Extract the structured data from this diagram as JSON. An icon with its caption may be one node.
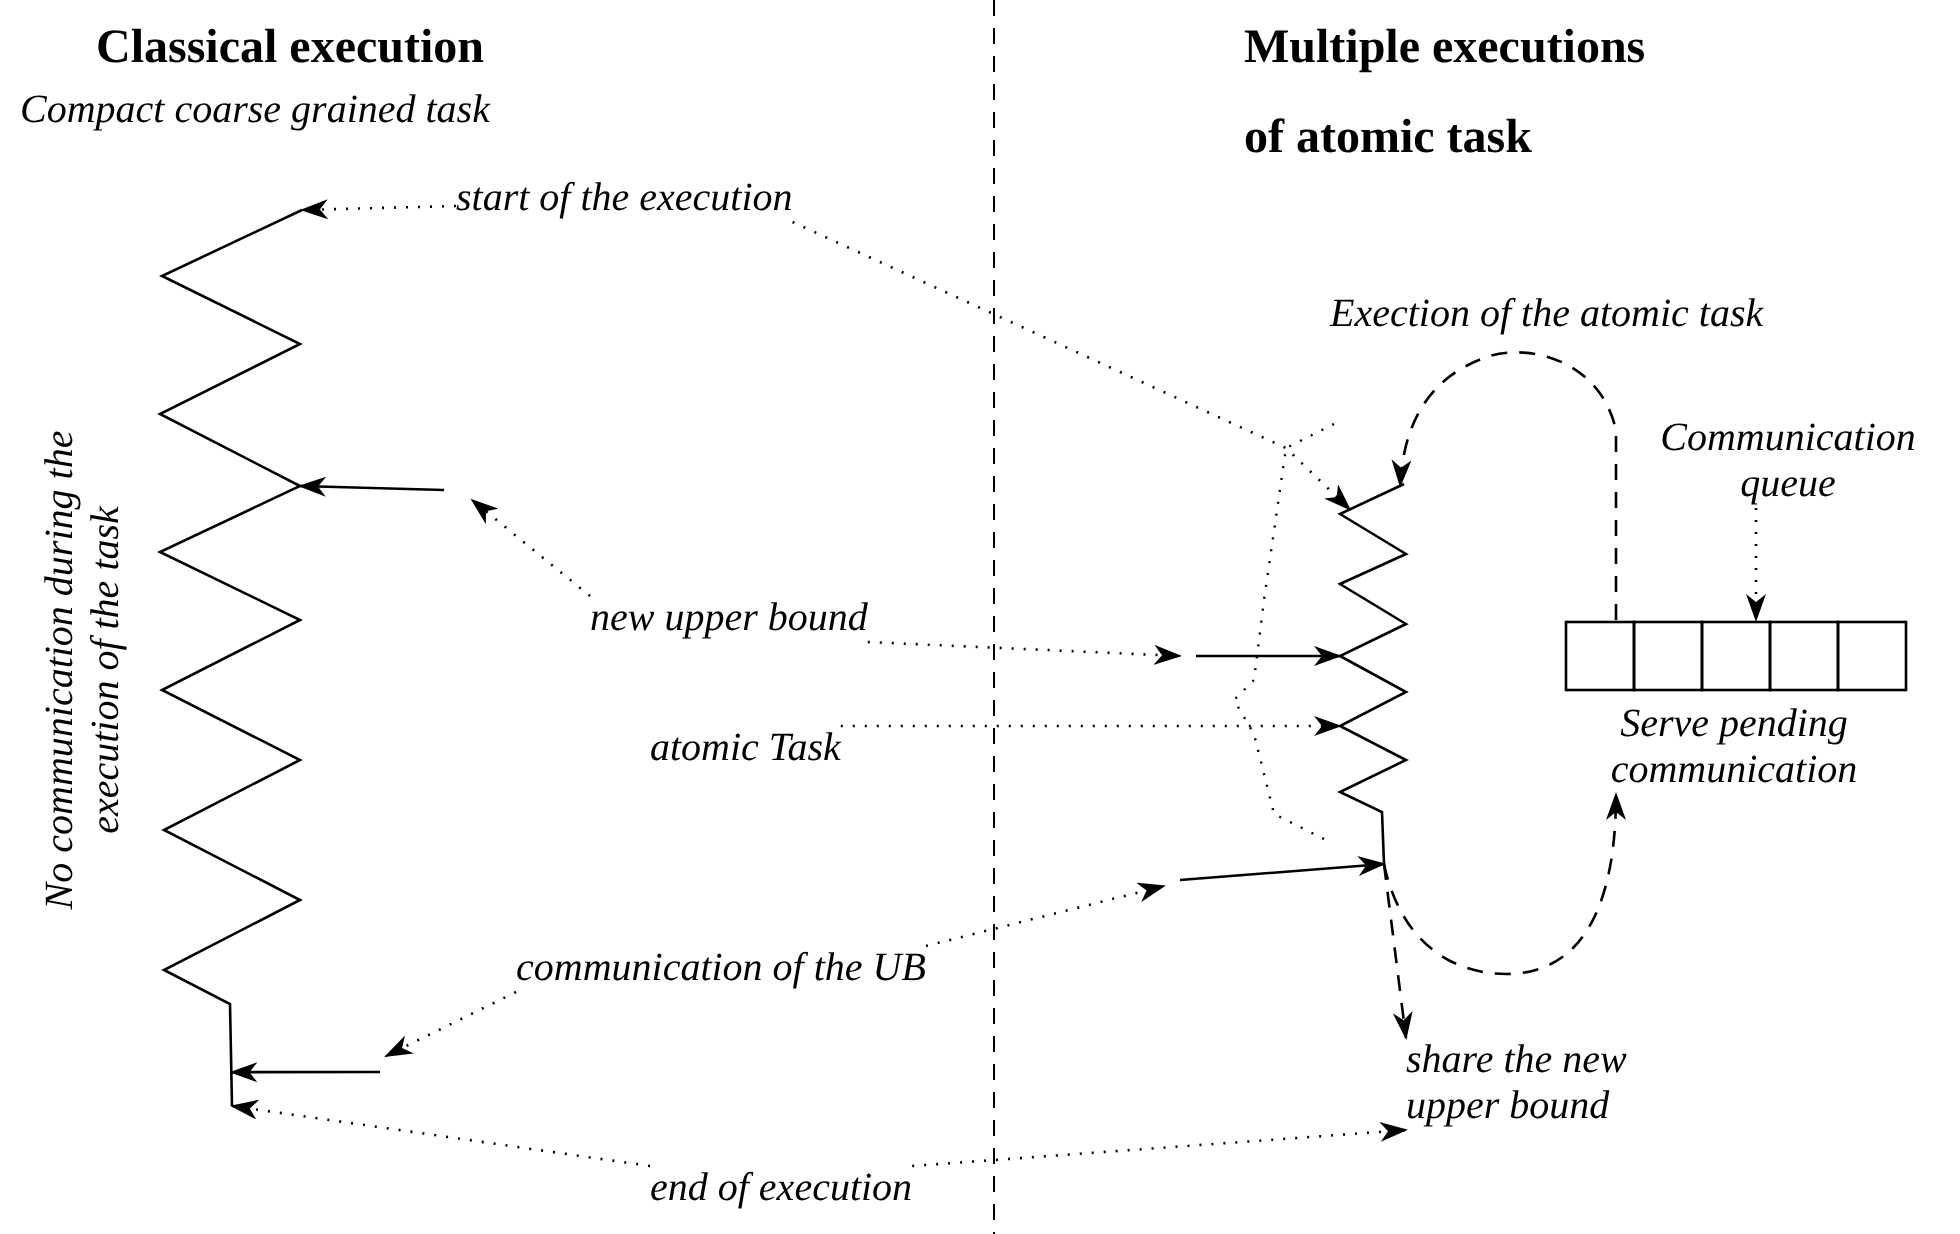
{
  "diagram": {
    "nodes": [
      {
        "text": [
          "start of the execution"
        ]
      },
      {
        "text": [],
        "shape": "zigzag",
        "beside": [
          "No communication during the execution of the task"
        ]
      },
      {
        "text": [],
        "shape": "zigzag"
      },
      {
        "text": [
          "new upper bound"
        ]
      },
      {
        "text": [
          "atomic Task"
        ]
      },
      {
        "text": [
          "communication of the UB"
        ]
      },
      {
        "text": [
          "end of execution"
        ]
      },
      {
        "text": [
          "Communication queue"
        ]
      },
      {
        "text": [],
        "shape": "queue",
        "beside": [
          "Serve pending communication"
        ]
      },
      {
        "text": [
          "share the new upper bound"
        ]
      }
    ],
    "edges": [
      {
        "from": 0,
        "to": 1,
        "arrow": "to",
        "style": "dashed"
      },
      {
        "from": 0,
        "to": 2,
        "arrow": "to",
        "style": "dashed"
      },
      {
        "from": 3,
        "to": null,
        "arrow": "to",
        "style": "dashed"
      },
      {
        "from": null,
        "to": 1,
        "arrow": "to"
      },
      {
        "from": 3,
        "to": null,
        "arrow": "to",
        "style": "dashed"
      },
      {
        "from": null,
        "to": 2,
        "arrow": "to"
      },
      {
        "from": 4,
        "to": 2,
        "arrow": "to",
        "style": "dashed"
      },
      {
        "from": 5,
        "to": null,
        "arrow": "to",
        "style": "dashed"
      },
      {
        "from": null,
        "to": 1,
        "arrow": "to"
      },
      {
        "from": 5,
        "to": null,
        "arrow": "to",
        "style": "dashed"
      },
      {
        "from": null,
        "to": 2,
        "arrow": "to"
      },
      {
        "from": 6,
        "to": 1,
        "arrow": "to",
        "style": "dashed"
      },
      {
        "from": 6,
        "to": 9,
        "arrow": "to",
        "style": "dashed"
      },
      {
        "from": 7,
        "to": 8,
        "arrow": "to",
        "style": "dashed"
      },
      {
        "from": 8,
        "to": 2,
        "arrow": "to",
        "style": "dashed"
      },
      {
        "from": 2,
        "to": 8,
        "arrow": "to",
        "style": "dashed"
      },
      {
        "from": 2,
        "to": 9,
        "arrow": "to",
        "style": "dashed"
      }
    ],
    "labels": [
      "Classical execution",
      "Compact coarse grained task",
      "Multiple executions of atomic task",
      "Exection of the atomic task"
    ]
  }
}
